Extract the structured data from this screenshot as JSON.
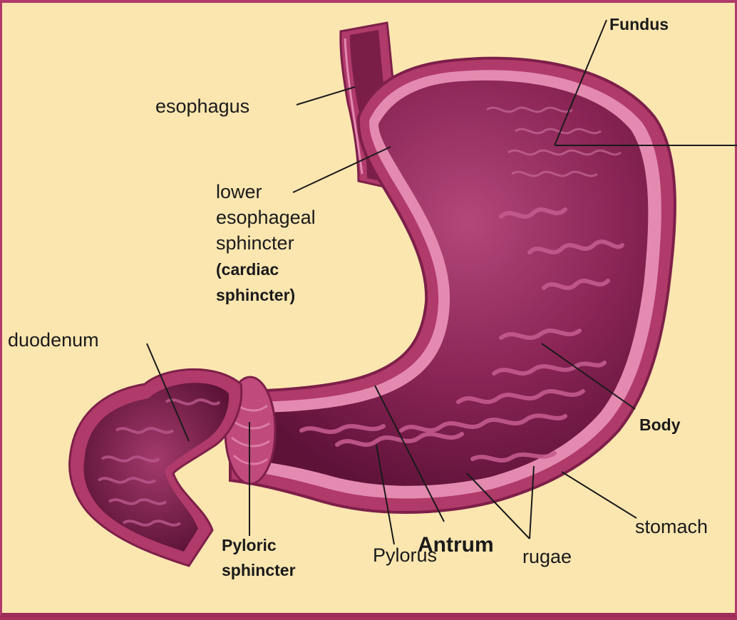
{
  "labels": {
    "fundus": "Fundus",
    "esophagus": "esophagus",
    "les_line1": "lower",
    "les_line2": "esophageal",
    "les_line3": "sphincter",
    "les_line4": "(cardiac",
    "les_line5": "sphincter)",
    "duodenum": "duodenum",
    "body": "Body",
    "stomach": "stomach",
    "pyloric_line1": "Pyloric",
    "pyloric_line2": "sphincter",
    "pylorus": "Pylorus",
    "antrum": "Antrum",
    "rugae": "rugae"
  },
  "colors": {
    "background": "#fbe6b0",
    "frame": "#a8325d",
    "outer_wall": "#b03a6a",
    "wall_stripe": "#e48ab0",
    "inner_lining": "#7a1e48",
    "rugae_fold": "#c45a8e",
    "leader_line": "#1a1a1a"
  }
}
